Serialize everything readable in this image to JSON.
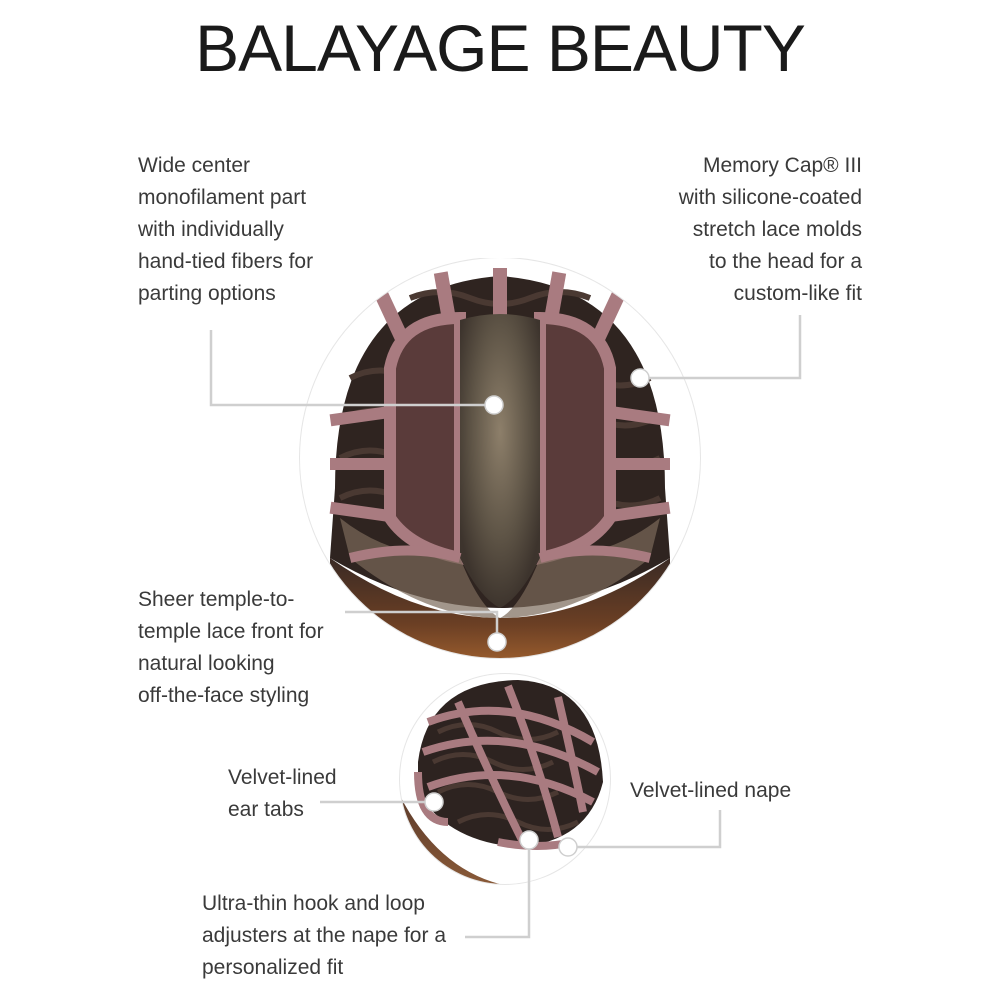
{
  "title": "BALAYAGE BEAUTY",
  "callouts": {
    "monofilament_part": "Wide center\nmonofilament part\nwith individually\nhand-tied fibers for\nparting options",
    "memory_cap": "Memory Cap® III\nwith silicone-coated\nstretch lace molds\nto the head for a\ncustom-like fit",
    "lace_front": "Sheer temple-to-\ntemple lace front for\nnatural looking\noff-the-face styling",
    "ear_tabs": "Velvet-lined\near tabs",
    "nape": "Velvet-lined nape",
    "adjusters": "Ultra-thin hook and loop\nadjusters at the nape for a\npersonalized fit"
  },
  "colors": {
    "cap_strap": "#a97b80",
    "cap_dark": "#2e2320",
    "hair_brown": "#7a4a2c",
    "callout_line": "#cfcfcf"
  }
}
